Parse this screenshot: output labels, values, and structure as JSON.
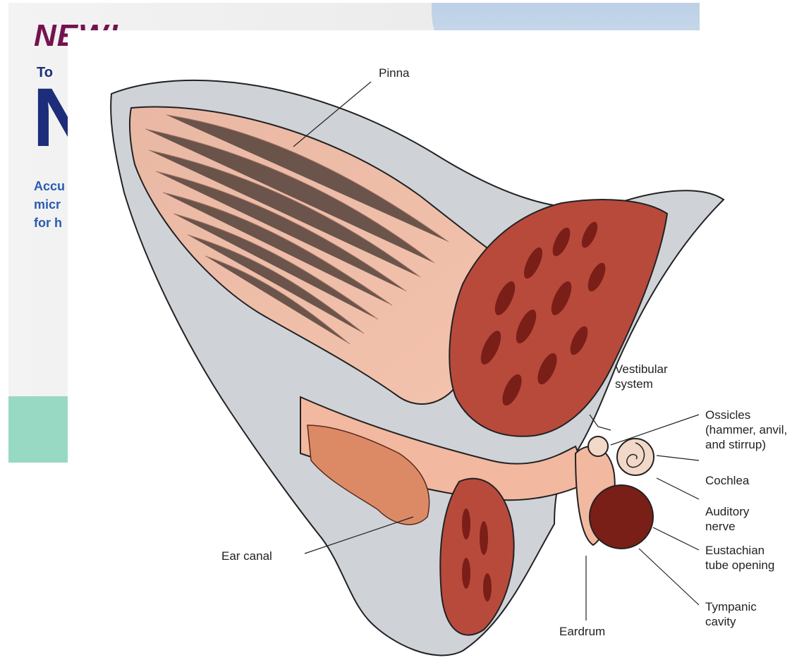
{
  "ad": {
    "new_label": "NEW!",
    "small_label": "To",
    "big_letter": "N",
    "lines": [
      "Accu",
      "micr",
      "for h"
    ]
  },
  "diagram": {
    "labels": {
      "pinna": "Pinna",
      "vestibular_1": "Vestibular",
      "vestibular_2": "system",
      "ossicles_1": "Ossicles",
      "ossicles_2": "(hammer, anvil,",
      "ossicles_3": "and stirrup)",
      "cochlea": "Cochlea",
      "auditory_1": "Auditory",
      "auditory_2": "nerve",
      "eustachian_1": "Eustachian",
      "eustachian_2": "tube opening",
      "tympanic_1": "Tympanic",
      "tympanic_2": "cavity",
      "eardrum": "Eardrum",
      "ear_canal": "Ear canal"
    }
  },
  "colors": {
    "skin": "#f2b8a0",
    "muscle": "#b84a3c",
    "muscle_dark": "#7a1e18",
    "fur": "#c9cdd2",
    "ad_purple": "#74124e",
    "ad_navy": "#1c2e7a",
    "ad_teal": "#97d9c2"
  }
}
